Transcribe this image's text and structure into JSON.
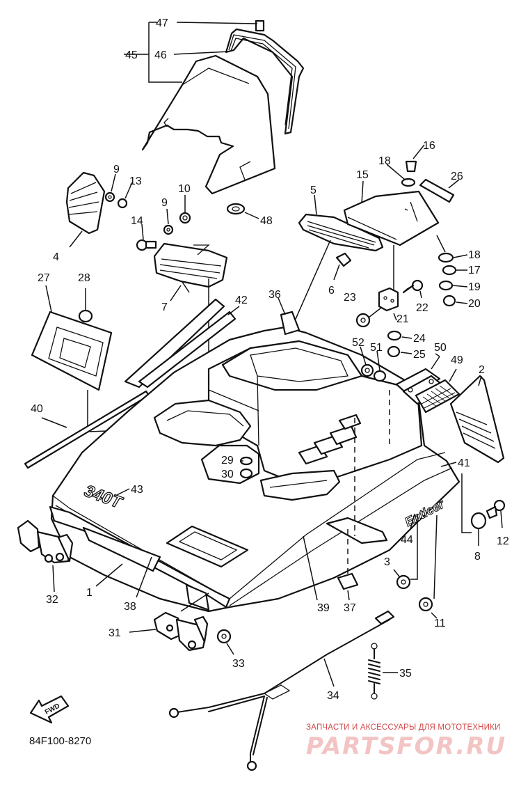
{
  "diagram": {
    "catalog_code": "84F100-8270",
    "hood_decal_text": "340T",
    "side_decal_text": "Enticer",
    "fwd_label": "FWD",
    "callouts": [
      "47",
      "45",
      "46",
      "9",
      "13",
      "10",
      "9",
      "14",
      "4",
      "48",
      "5",
      "15",
      "16",
      "18",
      "26",
      "18",
      "17",
      "19",
      "20",
      "6",
      "23",
      "22",
      "21",
      "24",
      "25",
      "27",
      "28",
      "7",
      "42",
      "36",
      "52",
      "51",
      "50",
      "49",
      "2",
      "40",
      "29",
      "30",
      "43",
      "41",
      "44",
      "12",
      "8",
      "3",
      "11",
      "32",
      "1",
      "38",
      "39",
      "37",
      "31",
      "33",
      "35",
      "34"
    ]
  },
  "watermark": {
    "tagline": "ЗАПЧАСТИ И АКСЕССУАРЫ ДЛЯ МОТОТЕХНИКИ",
    "logo": "PARTSFOR.RU"
  }
}
